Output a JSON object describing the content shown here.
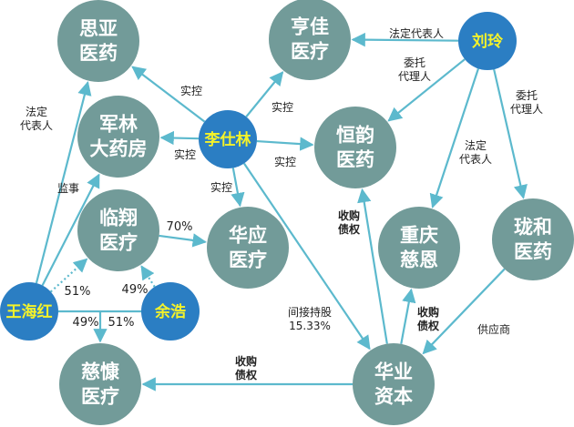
{
  "nodes": {
    "siya": {
      "lines": [
        "思亚",
        "医药"
      ],
      "kind": "org"
    },
    "hengjia": {
      "lines": [
        "亨佳",
        "医疗"
      ],
      "kind": "org"
    },
    "liuling": {
      "lines": [
        "刘玲"
      ],
      "kind": "person"
    },
    "junlin": {
      "lines": [
        "军林",
        "大药房"
      ],
      "kind": "org"
    },
    "lishilin": {
      "lines": [
        "李仕林"
      ],
      "kind": "person"
    },
    "hengyun": {
      "lines": [
        "恒韵",
        "医药"
      ],
      "kind": "org"
    },
    "linxiang": {
      "lines": [
        "临翔",
        "医疗"
      ],
      "kind": "org"
    },
    "huaying": {
      "lines": [
        "华应",
        "医疗"
      ],
      "kind": "org"
    },
    "chongqing": {
      "lines": [
        "重庆",
        "慈恩"
      ],
      "kind": "org"
    },
    "longhe": {
      "lines": [
        "珑和",
        "医药"
      ],
      "kind": "org"
    },
    "wanghaihong": {
      "lines": [
        "王海红"
      ],
      "kind": "person"
    },
    "yuhao": {
      "lines": [
        "余浩"
      ],
      "kind": "person"
    },
    "cikang": {
      "lines": [
        "慈慷",
        "医疗"
      ],
      "kind": "org"
    },
    "huaye": {
      "lines": [
        "华业",
        "资本"
      ],
      "kind": "org"
    }
  },
  "edges": [
    {
      "id": "e1",
      "from": "lishilin",
      "to": "siya",
      "label": [
        "实控"
      ]
    },
    {
      "id": "e2",
      "from": "lishilin",
      "to": "hengjia",
      "label": [
        "实控"
      ]
    },
    {
      "id": "e3",
      "from": "lishilin",
      "to": "junlin",
      "label": [
        "实控"
      ]
    },
    {
      "id": "e4",
      "from": "lishilin",
      "to": "hengyun",
      "label": [
        "实控"
      ]
    },
    {
      "id": "e5",
      "from": "lishilin",
      "to": "huaying",
      "label": [
        "实控"
      ]
    },
    {
      "id": "e6",
      "from": "lishilin",
      "to": "huaye",
      "label": [
        "间接持股",
        "15.33%"
      ]
    },
    {
      "id": "e7",
      "from": "liuling",
      "to": "hengjia",
      "label": [
        "法定代表人"
      ]
    },
    {
      "id": "e8",
      "from": "liuling",
      "to": "hengyun",
      "label": [
        "委托",
        "代理人"
      ]
    },
    {
      "id": "e9",
      "from": "liuling",
      "to": "chongqing",
      "label": [
        "法定",
        "代表人"
      ]
    },
    {
      "id": "e10",
      "from": "liuling",
      "to": "longhe",
      "label": [
        "委托",
        "代理人"
      ]
    },
    {
      "id": "e11",
      "from": "wanghaihong",
      "to": "siya",
      "label": [
        "法定",
        "代表人"
      ]
    },
    {
      "id": "e12",
      "from": "wanghaihong",
      "to": "junlin",
      "label": [
        "监事"
      ]
    },
    {
      "id": "e13",
      "from": "wanghaihong",
      "to": "linxiang",
      "label": [
        "51%"
      ],
      "dotted": true
    },
    {
      "id": "e14",
      "from": "yuhao",
      "to": "linxiang",
      "label": [
        "49%"
      ],
      "dotted": true
    },
    {
      "id": "e15",
      "from": "linxiang",
      "to": "huaying",
      "label": [
        "70%"
      ]
    },
    {
      "id": "e16",
      "from": "huaye",
      "to": "hengyun",
      "label": [
        "收购",
        "债权"
      ],
      "bold": true
    },
    {
      "id": "e17",
      "from": "huaye",
      "to": "chongqing",
      "label": [
        "收购",
        "债权"
      ],
      "bold": true
    },
    {
      "id": "e18",
      "from": "huaye",
      "to": "cikang",
      "label": [
        "收购",
        "债权"
      ],
      "bold": true
    },
    {
      "id": "e19",
      "from": "longhe",
      "to": "huaye",
      "label": [
        "供应商"
      ]
    }
  ],
  "joint_holding": {
    "to": "cikang",
    "wanghaihong_share": "49%",
    "yuhao_share": "51%"
  }
}
